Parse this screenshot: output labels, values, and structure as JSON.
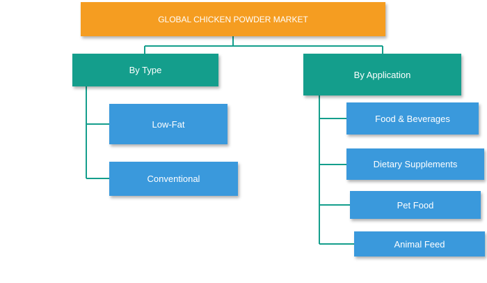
{
  "diagram": {
    "title": "GLOBAL CHICKEN POWDER MARKET",
    "branches": [
      {
        "label": "By Type",
        "items": [
          "Low-Fat",
          "Conventional"
        ]
      },
      {
        "label": "By Application",
        "items": [
          "Food & Beverages",
          "Dietary Supplements",
          "Pet Food",
          "Animal Feed"
        ]
      }
    ]
  },
  "colors": {
    "root": "#F59D21",
    "category": "#149E8C",
    "leaf": "#3A99DC",
    "connector": "#149E8C"
  }
}
